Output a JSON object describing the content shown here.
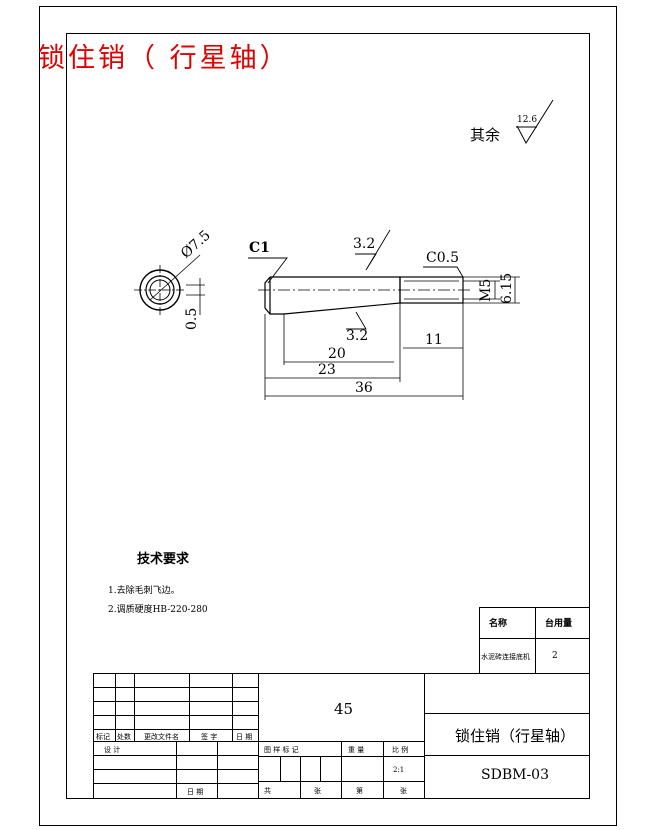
{
  "title": "锁住销（ 行星轴）",
  "roughness": {
    "label": "其余",
    "value": "12.6"
  },
  "dims": {
    "dia": "Ø7.5",
    "offset": "0.5",
    "chamfer_left": "C1",
    "chamfer_right": "C0.5",
    "rough_top": "3.2",
    "rough_bottom": "3.2",
    "thread": "M5",
    "dia2": "6.15",
    "len11": "11",
    "len20": "20",
    "len23": "23",
    "len36": "36"
  },
  "tech": {
    "heading": "技术要求",
    "items": [
      "1.去除毛刺飞边。",
      "2.调质硬度HB-220-280"
    ]
  },
  "parts_table": {
    "headers": [
      "名称",
      "台用量"
    ],
    "row": [
      "水泥砖连接底机",
      "2"
    ]
  },
  "title_block": {
    "material": "45",
    "part_name": "锁住销（行星轴）",
    "drawing_no": "SDBM-03",
    "scale": "2:1",
    "rev_headers": [
      "标记",
      "处数",
      "更改文件名",
      "签 字",
      "日 期"
    ],
    "design": "设 计",
    "date": "日 期",
    "stage": "图 样 标 记",
    "weight": "重 量",
    "scale_label": "比 例",
    "sheets_total": "共",
    "sheet_label": "张",
    "sheet_no": "第",
    "sheet_label2": "张"
  }
}
